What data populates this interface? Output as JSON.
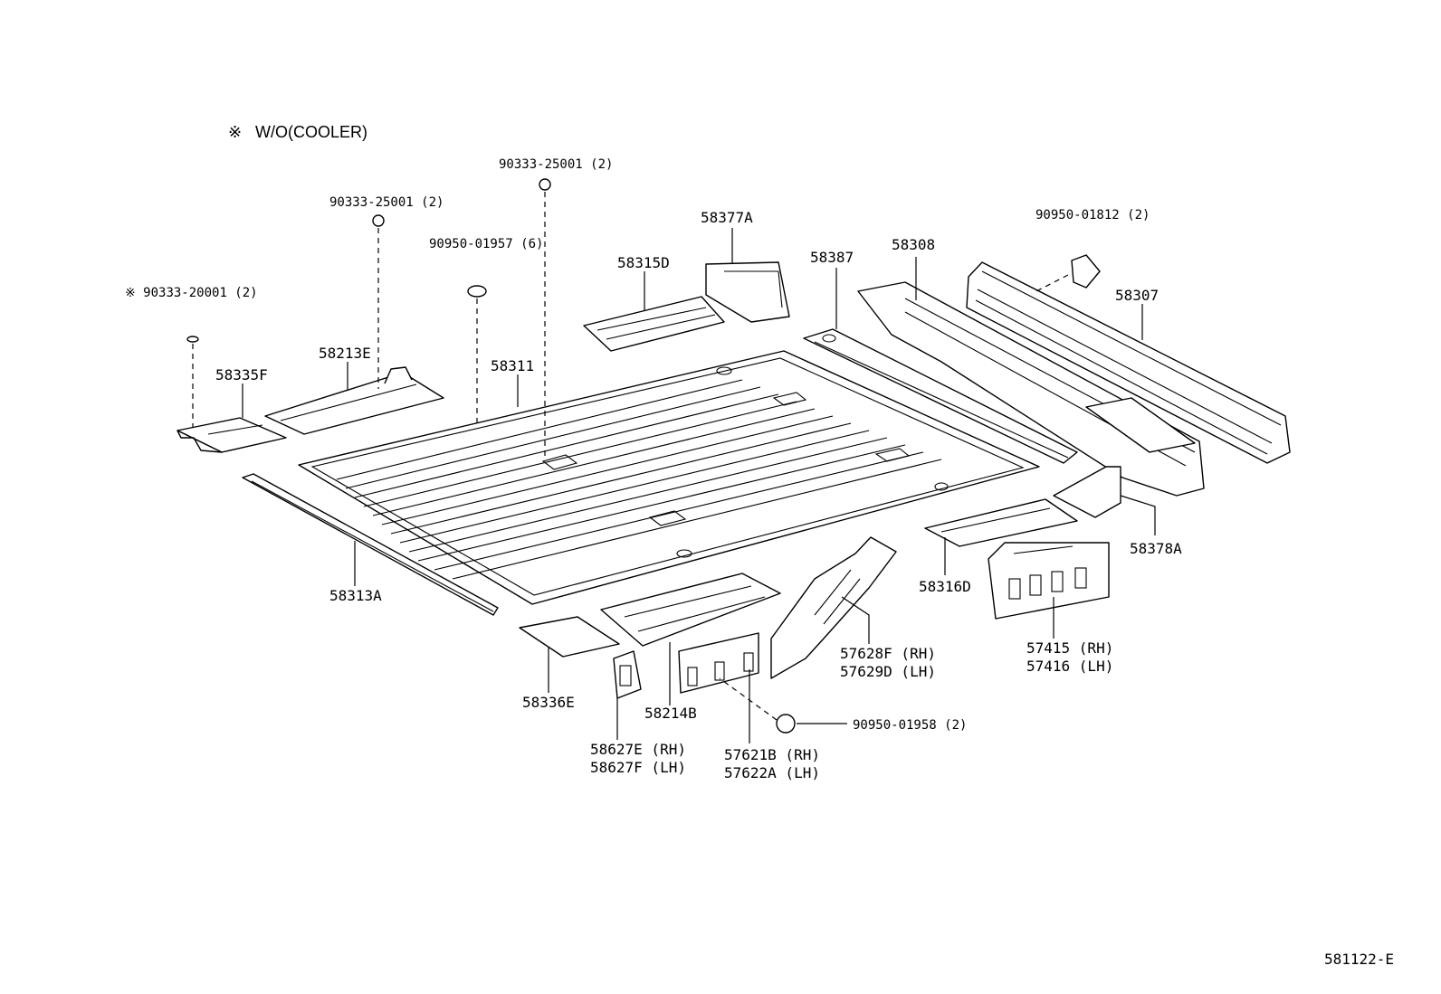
{
  "note": {
    "mark": "※",
    "text": "W/O(COOLER)"
  },
  "diagram_code": "581122-E",
  "labels": {
    "p90333_25001_top": "90333-25001 (2)",
    "p90333_25001_left": "90333-25001 (2)",
    "p90950_01957": "90950-01957 (6)",
    "p90333_20001": "※ 90333-20001 (2)",
    "p58377A": "58377A",
    "p58315D": "58315D",
    "p58387": "58387",
    "p58308": "58308",
    "p90950_01812": "90950-01812 (2)",
    "p58307": "58307",
    "p58213E": "58213E",
    "p58311": "58311",
    "p58335F": "58335F",
    "p58313A": "58313A",
    "p58378A": "58378A",
    "p58316D": "58316D",
    "p57628F": "57628F (RH)",
    "p57629D": "57629D (LH)",
    "p57415": "57415 (RH)",
    "p57416": "57416 (LH)",
    "p58336E": "58336E",
    "p58214B": "58214B",
    "p90950_01958": "90950-01958 (2)",
    "p58627E": "58627E (RH)",
    "p58627F": "58627F (LH)",
    "p57621B": "57621B (RH)",
    "p57622A": "57622A (LH)"
  }
}
